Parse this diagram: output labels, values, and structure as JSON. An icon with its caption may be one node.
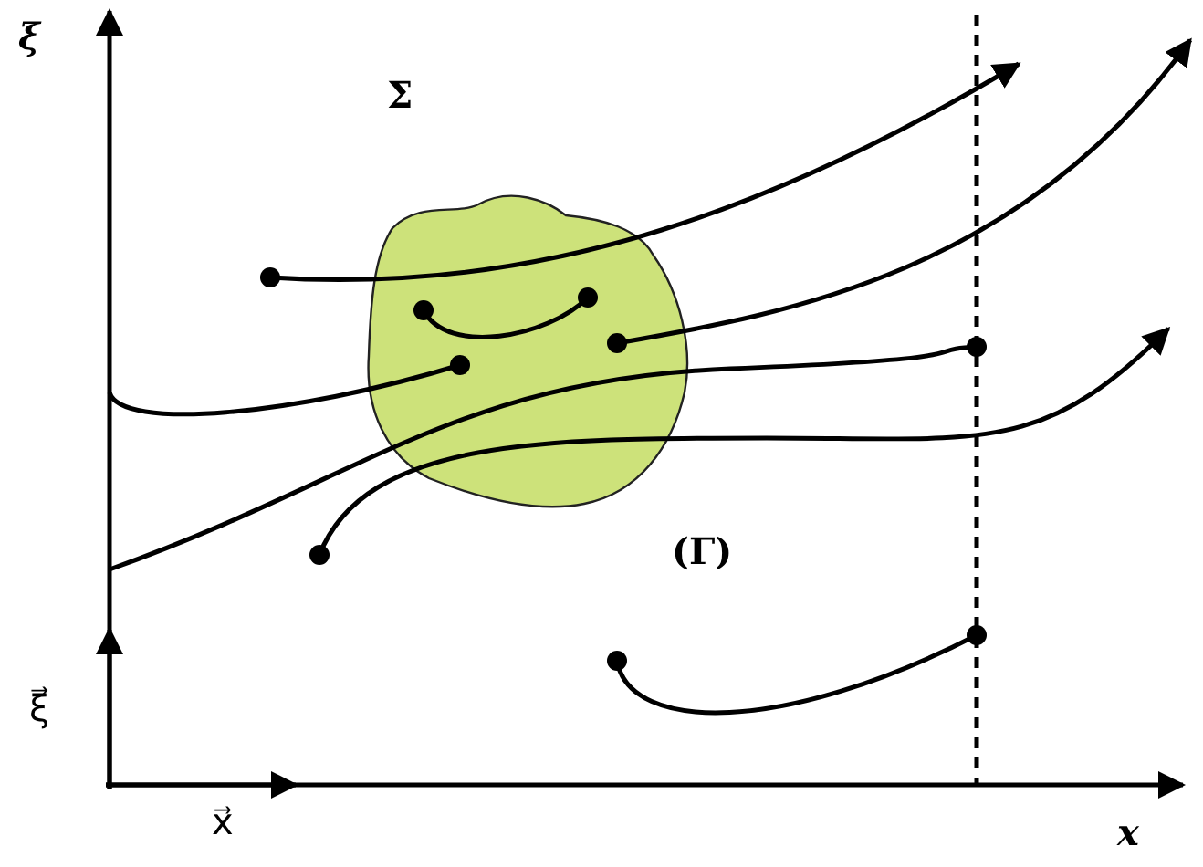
{
  "diagram": {
    "labels": [
      "ξ",
      "Σ",
      "(Γ)",
      "ξ⃗",
      "x⃗",
      "x"
    ]
  }
}
